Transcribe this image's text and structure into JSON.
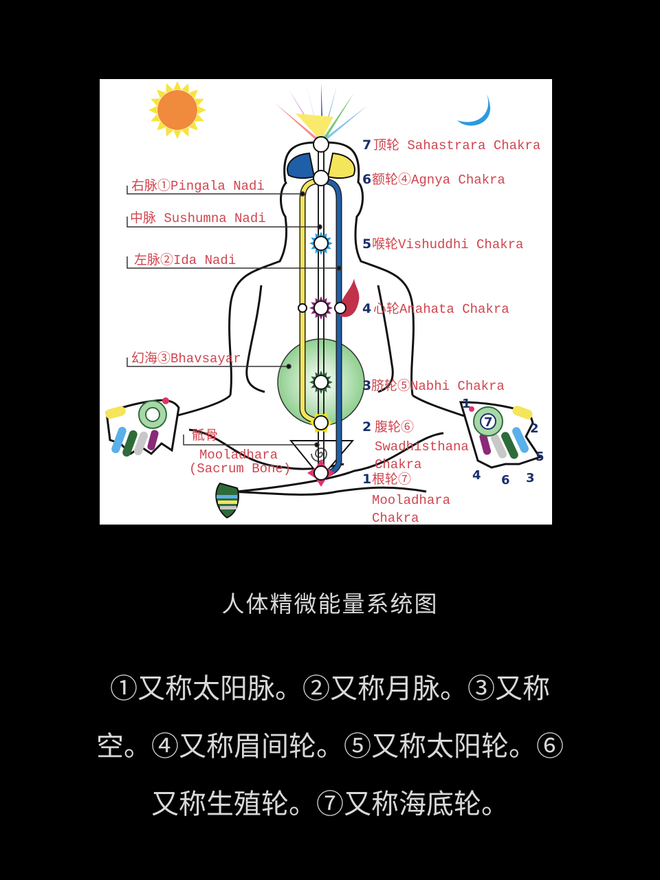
{
  "diagram": {
    "left_labels": {
      "pingala": "右脉①Pingala Nadi",
      "sushumna": "中脉 Sushumna Nadi",
      "ida": "左脉②Ida Nadi",
      "bhavsayar": "幻海③Bhavsayar",
      "sacrum_cn": "骶骨",
      "sacrum_en1": "Mooladhara",
      "sacrum_en2": "(Sacrum Bone)"
    },
    "chakras": [
      {
        "num": "7",
        "label": "顶轮 Sahastrara Chakra",
        "color": "#ffffff"
      },
      {
        "num": "6",
        "label": "额轮④Agnya Chakra",
        "color": "#ffffff"
      },
      {
        "num": "5",
        "label": "喉轮Vishuddhi Chakra",
        "color": "#2a9be0"
      },
      {
        "num": "4",
        "label": "心轮Anahata Chakra",
        "color": "#8a2a78"
      },
      {
        "num": "3",
        "label": "脐轮⑤Nabhi Chakra",
        "color": "#2e6b3a"
      },
      {
        "num": "2",
        "label": "腹轮⑥",
        "label2": "Swadhisthana",
        "label3": "Chakra",
        "color": "#f2e21a"
      },
      {
        "num": "1",
        "label": "根轮⑦",
        "label2": "Mooladhara",
        "label3": "Chakra",
        "color": "#e0336a"
      }
    ],
    "hand_numbers": [
      "1",
      "2",
      "3",
      "4",
      "5",
      "6",
      "7"
    ],
    "colors": {
      "pingala": "#f4e55a",
      "ida": "#1f5fa8",
      "sun": "#f08a3c",
      "sun_rays": "#f7e43a",
      "moon": "#2a9be0",
      "bhavsayar": "#a8d8a8"
    }
  },
  "caption": {
    "title": "人体精微能量系统图",
    "notes": [
      "①又称太阳脉。②又称月脉。③又称",
      "空。④又称眉间轮。⑤又称太阳轮。⑥",
      "又称生殖轮。⑦又称海底轮。"
    ]
  }
}
